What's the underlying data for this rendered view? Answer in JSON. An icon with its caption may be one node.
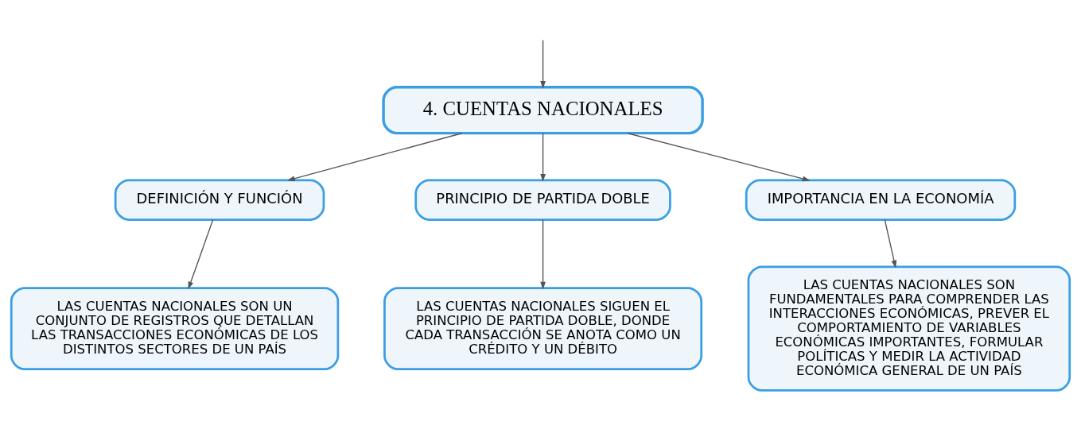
{
  "diagram": {
    "nodes": [
      {
        "text": [
          "4. CUENTAS NACIONALES"
        ]
      },
      {
        "text": [
          "DEFINICIÓN Y FUNCIÓN"
        ]
      },
      {
        "text": [
          "PRINCIPIO DE PARTIDA DOBLE"
        ]
      },
      {
        "text": [
          "IMPORTANCIA EN LA ECONOMÍA"
        ]
      },
      {
        "text": [
          "LAS CUENTAS NACIONALES SON UN CONJUNTO DE REGISTROS QUE DETALLAN LAS TRANSACCIONES ECONÓMICAS DE LOS DISTINTOS SECTORES DE UN PAÍS"
        ]
      },
      {
        "text": [
          "LAS CUENTAS NACIONALES SIGUEN EL PRINCIPIO DE PARTIDA DOBLE, DONDE CADA TRANSACCIÓN SE ANOTA COMO UN CRÉDITO Y UN DÉBITO"
        ]
      },
      {
        "text": [
          "LAS CUENTAS NACIONALES SON FUNDAMENTALES PARA COMPRENDER LAS INTERACCIONES ECONÓMICAS, PREVER EL COMPORTAMIENTO DE VARIABLES ECONÓMICAS IMPORTANTES, FORMULAR POLÍTICAS Y MEDIR LA ACTIVIDAD ECONÓMICA GENERAL DE UN PAÍS"
        ]
      }
    ],
    "edges": [
      {
        "from": null,
        "to": 0,
        "arrow": "to"
      },
      {
        "from": 0,
        "to": 1,
        "arrow": "to"
      },
      {
        "from": 0,
        "to": 2,
        "arrow": "to"
      },
      {
        "from": 0,
        "to": 3,
        "arrow": "to"
      },
      {
        "from": 1,
        "to": 4,
        "arrow": "to"
      },
      {
        "from": 2,
        "to": 5,
        "arrow": "to"
      },
      {
        "from": 3,
        "to": 6,
        "arrow": "to"
      }
    ]
  }
}
